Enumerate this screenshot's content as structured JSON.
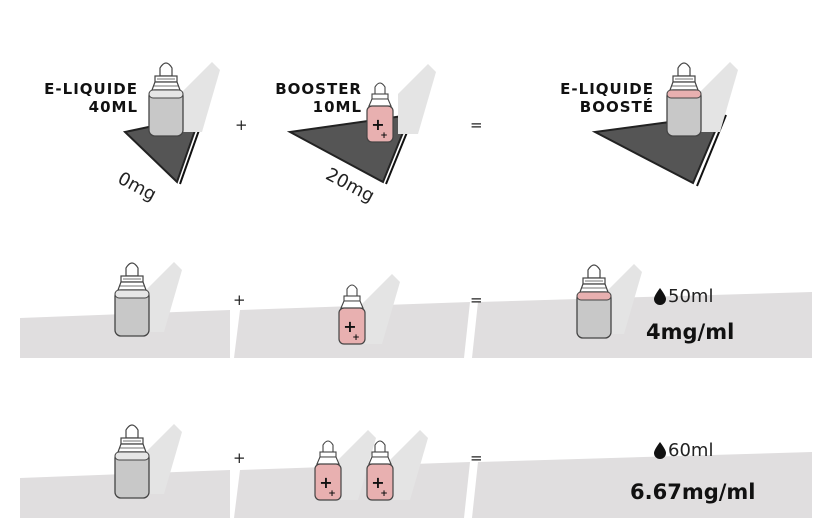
{
  "row1": {
    "eliquide": {
      "line1": "E-LIQUIDE",
      "line2": "40ML",
      "mg": "0mg"
    },
    "booster": {
      "line1": "BOOSTER",
      "line2": "10ML",
      "mg": "20mg"
    },
    "result": {
      "line1": "E-LIQUIDE",
      "line2": "BOOSTÉ"
    },
    "plus": "+",
    "equals": "="
  },
  "row2": {
    "plus": "+",
    "equals": "=",
    "volume": "50ml",
    "concentration": "4mg/ml"
  },
  "row3": {
    "plus": "+",
    "equals": "=",
    "volume": "60ml",
    "concentration": "6.67mg/ml"
  },
  "colors": {
    "bottle_grey": "#c8c8c8",
    "bottle_pink": "#e8b0b0",
    "platform": "#555555",
    "band": "#e0dedf"
  }
}
